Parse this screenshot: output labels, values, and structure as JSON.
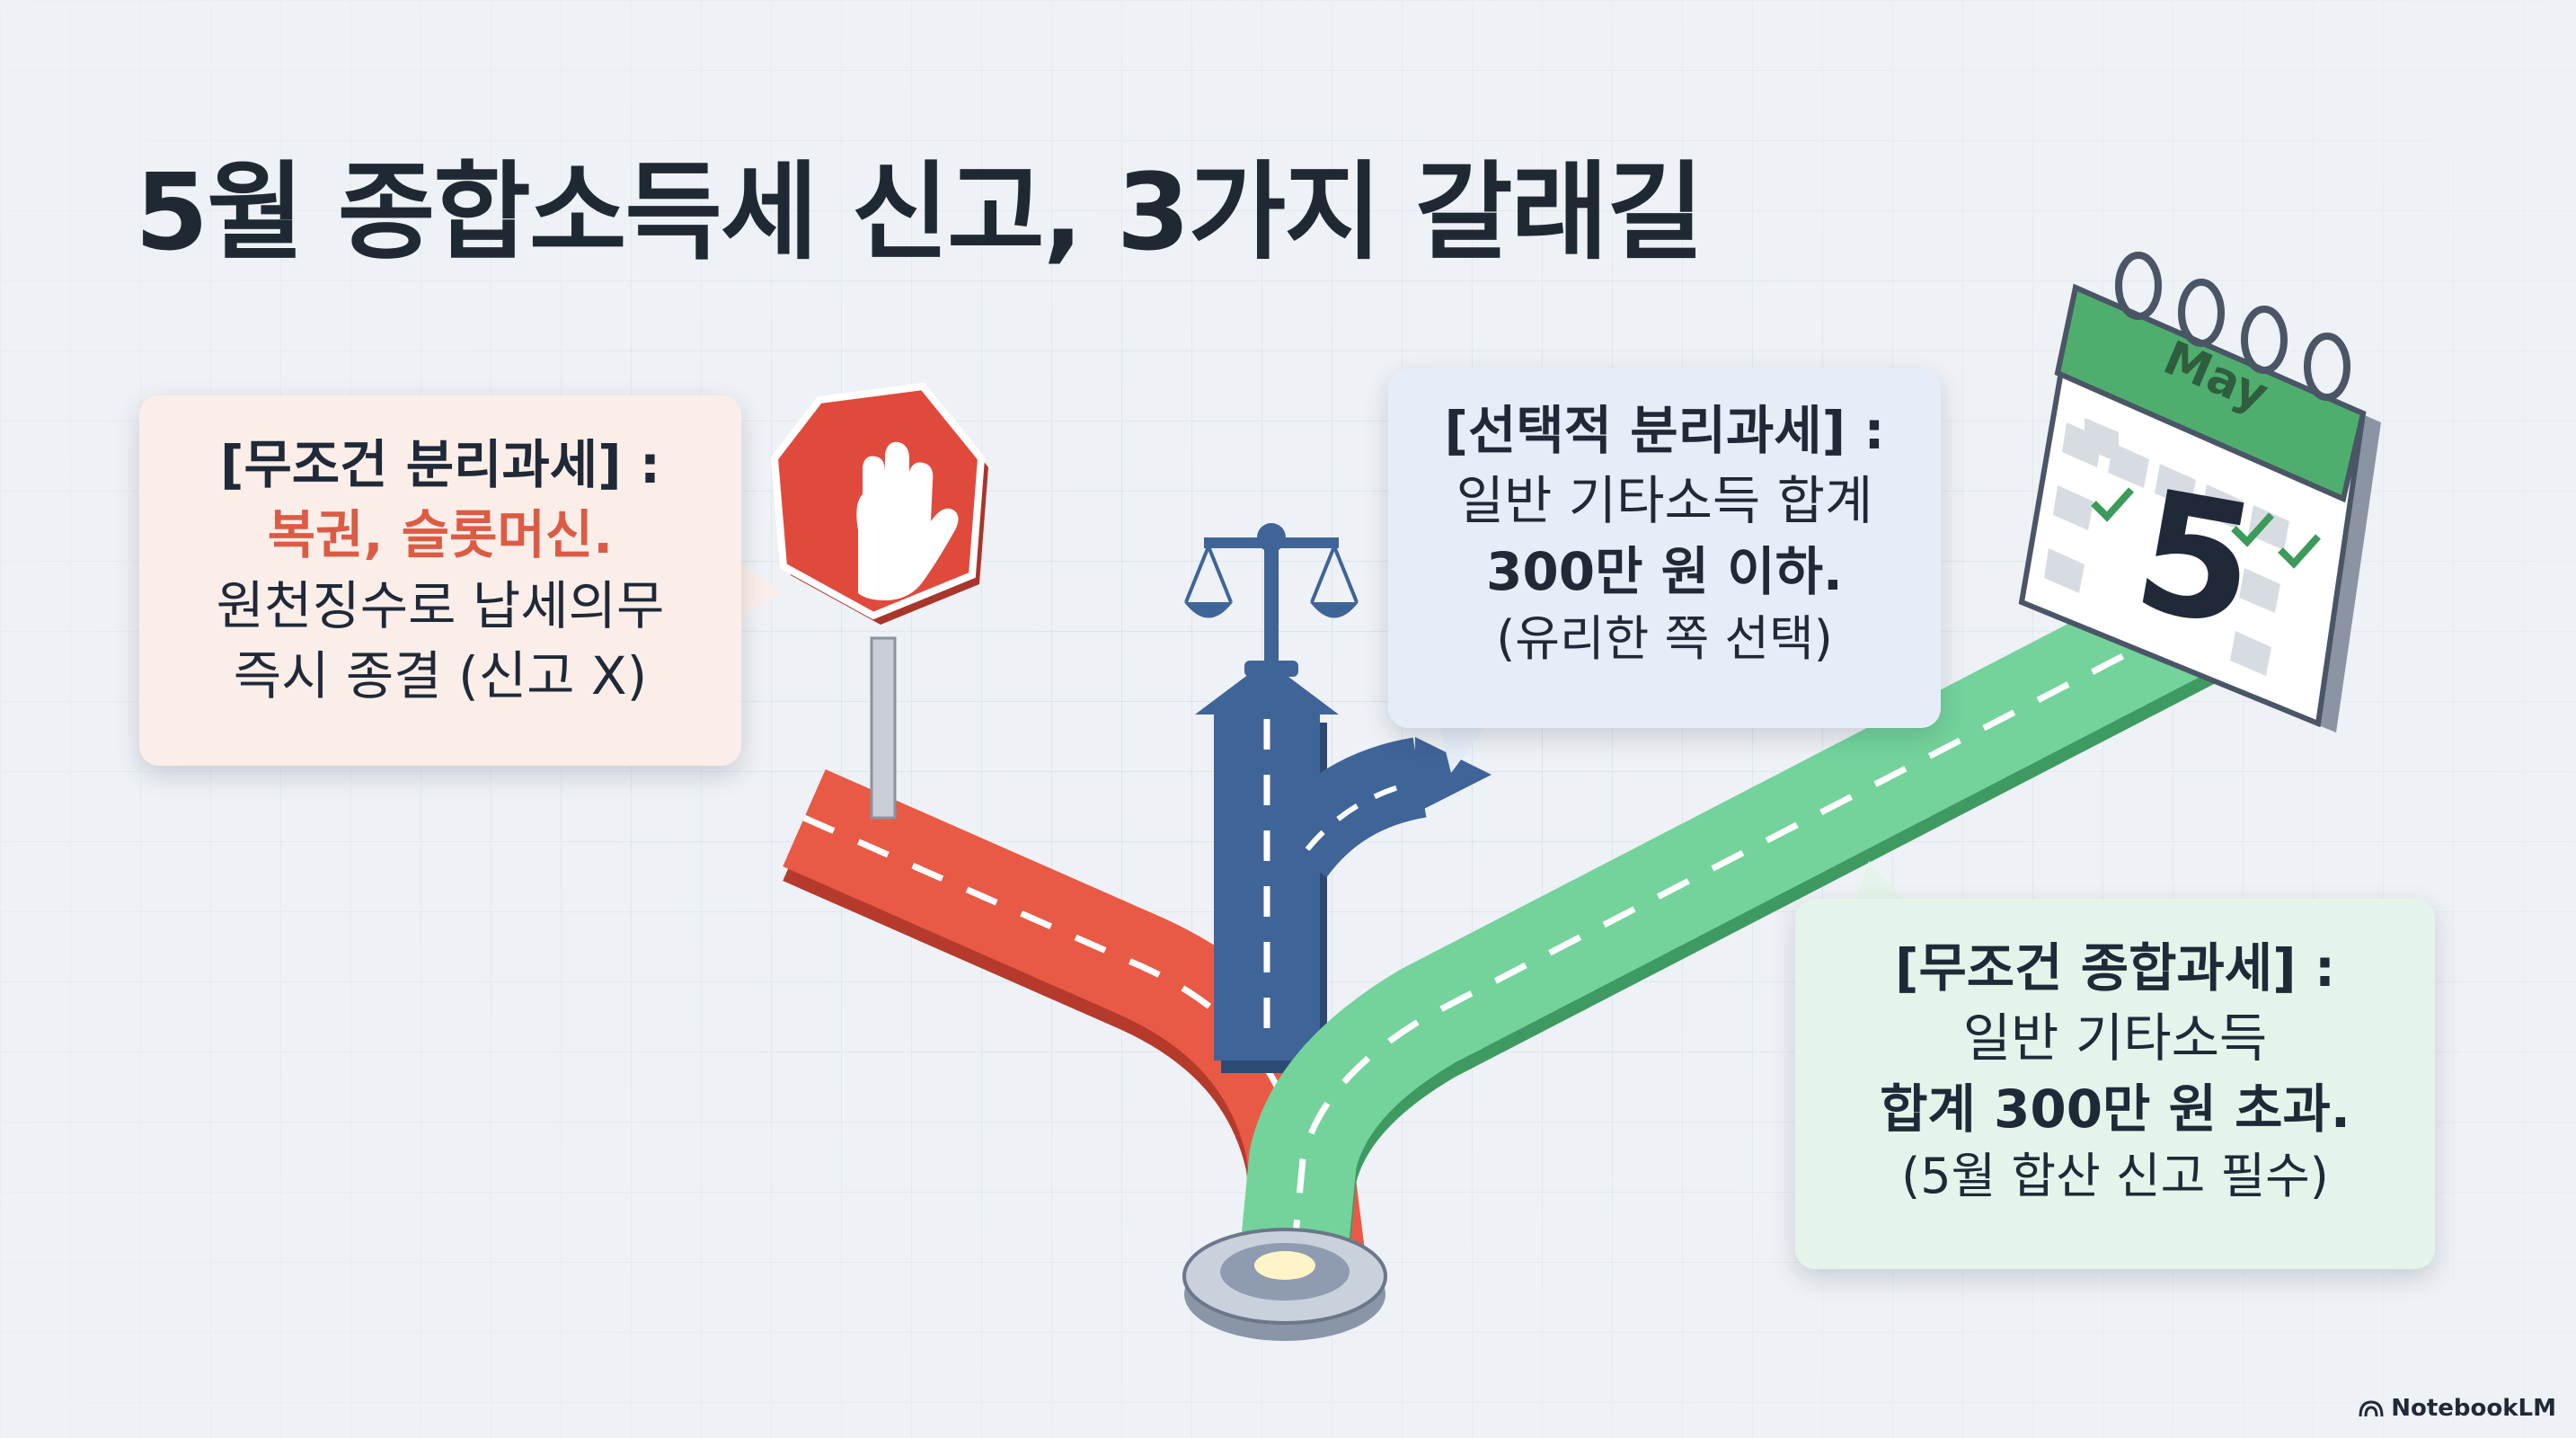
{
  "title": "5월 종합소득세 신고, 3가지 갈래길",
  "colors": {
    "red_path": "#e85a45",
    "blue_path": "#3f6498",
    "green_path": "#6fcf97",
    "stop_sign": "#de4b3e",
    "calendar": "#4fae6e"
  },
  "branches": {
    "separate": {
      "heading": "[무조건 분리과세] :",
      "highlight": "복권, 슬롯머신.",
      "line1": "원천징수로 납세의무",
      "line2": "즉시 종결 (신고 X)",
      "icon": "stop-hand-icon"
    },
    "optional": {
      "heading": "[선택적 분리과세] :",
      "line1": "일반 기타소득 합계",
      "line2": "300만 원 이하.",
      "line3": "(유리한 쪽 선택)",
      "icon": "scales-icon"
    },
    "combined": {
      "heading": "[무조건 종합과세] :",
      "line1": "일반 기타소득",
      "line2": "합계 300만 원 초과.",
      "line3": "(5월 합산 신고 필수)",
      "icon": "calendar-icon"
    }
  },
  "calendar": {
    "month": "May",
    "day": "5"
  },
  "brand": "NotebookLM"
}
